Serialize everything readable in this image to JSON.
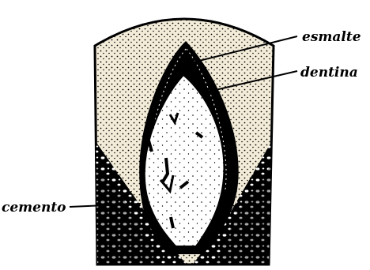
{
  "labels": {
    "esmalte": "esmalte",
    "dentina": "dentina",
    "cemento": "cemento"
  },
  "colors": {
    "ink": "#000000",
    "paper": "#ffffff",
    "enamel_fill": "#f3ecd9"
  }
}
